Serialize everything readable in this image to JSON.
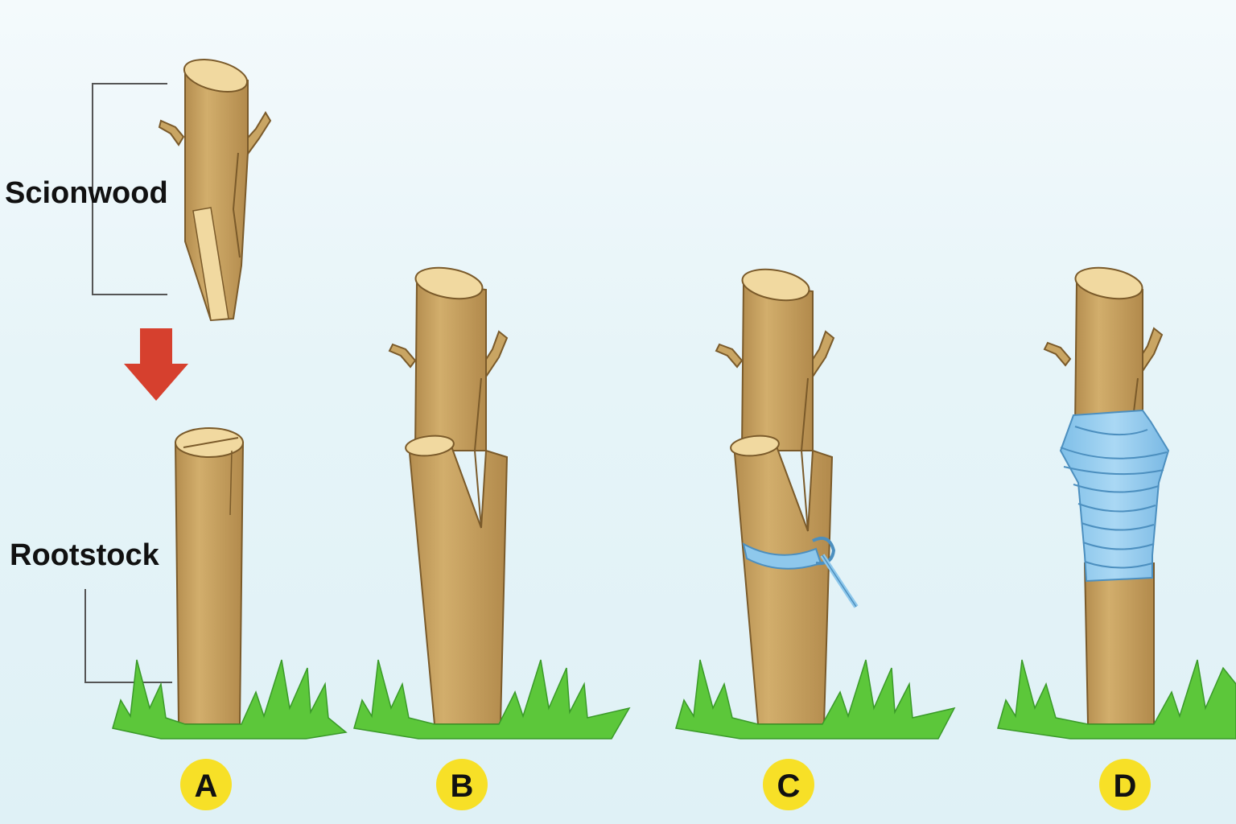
{
  "labels": {
    "scion": "Scionwood",
    "rootstock": "Rootstock"
  },
  "steps": [
    {
      "letter": "A"
    },
    {
      "letter": "B"
    },
    {
      "letter": "C"
    },
    {
      "letter": "D"
    }
  ],
  "colors": {
    "bark": "#c9a563",
    "bark_shadow": "#a8844a",
    "cut_face": "#f1d9a0",
    "grass": "#5cc73a",
    "grass_dark": "#3a9a28",
    "arrow": "#d6402e",
    "badge": "#f7e027",
    "tie": "#8ec8ec",
    "tie_dark": "#5aa6d6"
  }
}
